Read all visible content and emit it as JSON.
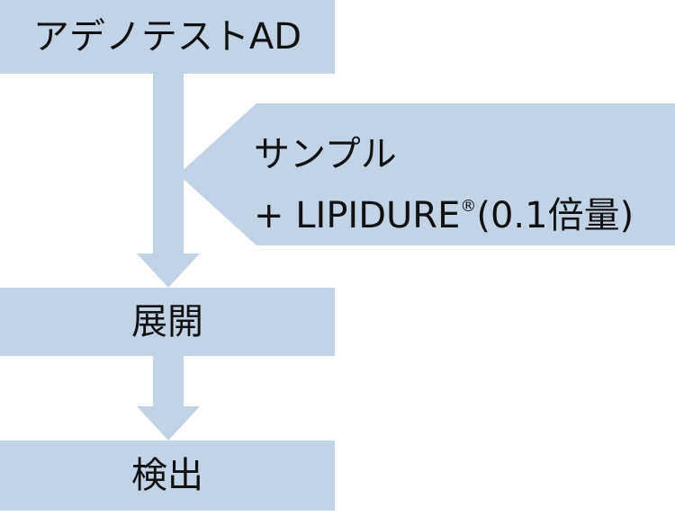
{
  "colors": {
    "box_fill": "#c3d3e6",
    "arrow_fill": "#c3d3e6",
    "text": "#111111",
    "background": "#ffffff"
  },
  "steps": [
    {
      "label": "アデノテストAD"
    },
    {
      "label": "展開"
    },
    {
      "label": "検出"
    }
  ],
  "input": {
    "line1": "サンプル",
    "line2_prefix": "+ LIPIDURE",
    "line2_mark": "®",
    "line2_suffix": "(0.1倍量)"
  }
}
